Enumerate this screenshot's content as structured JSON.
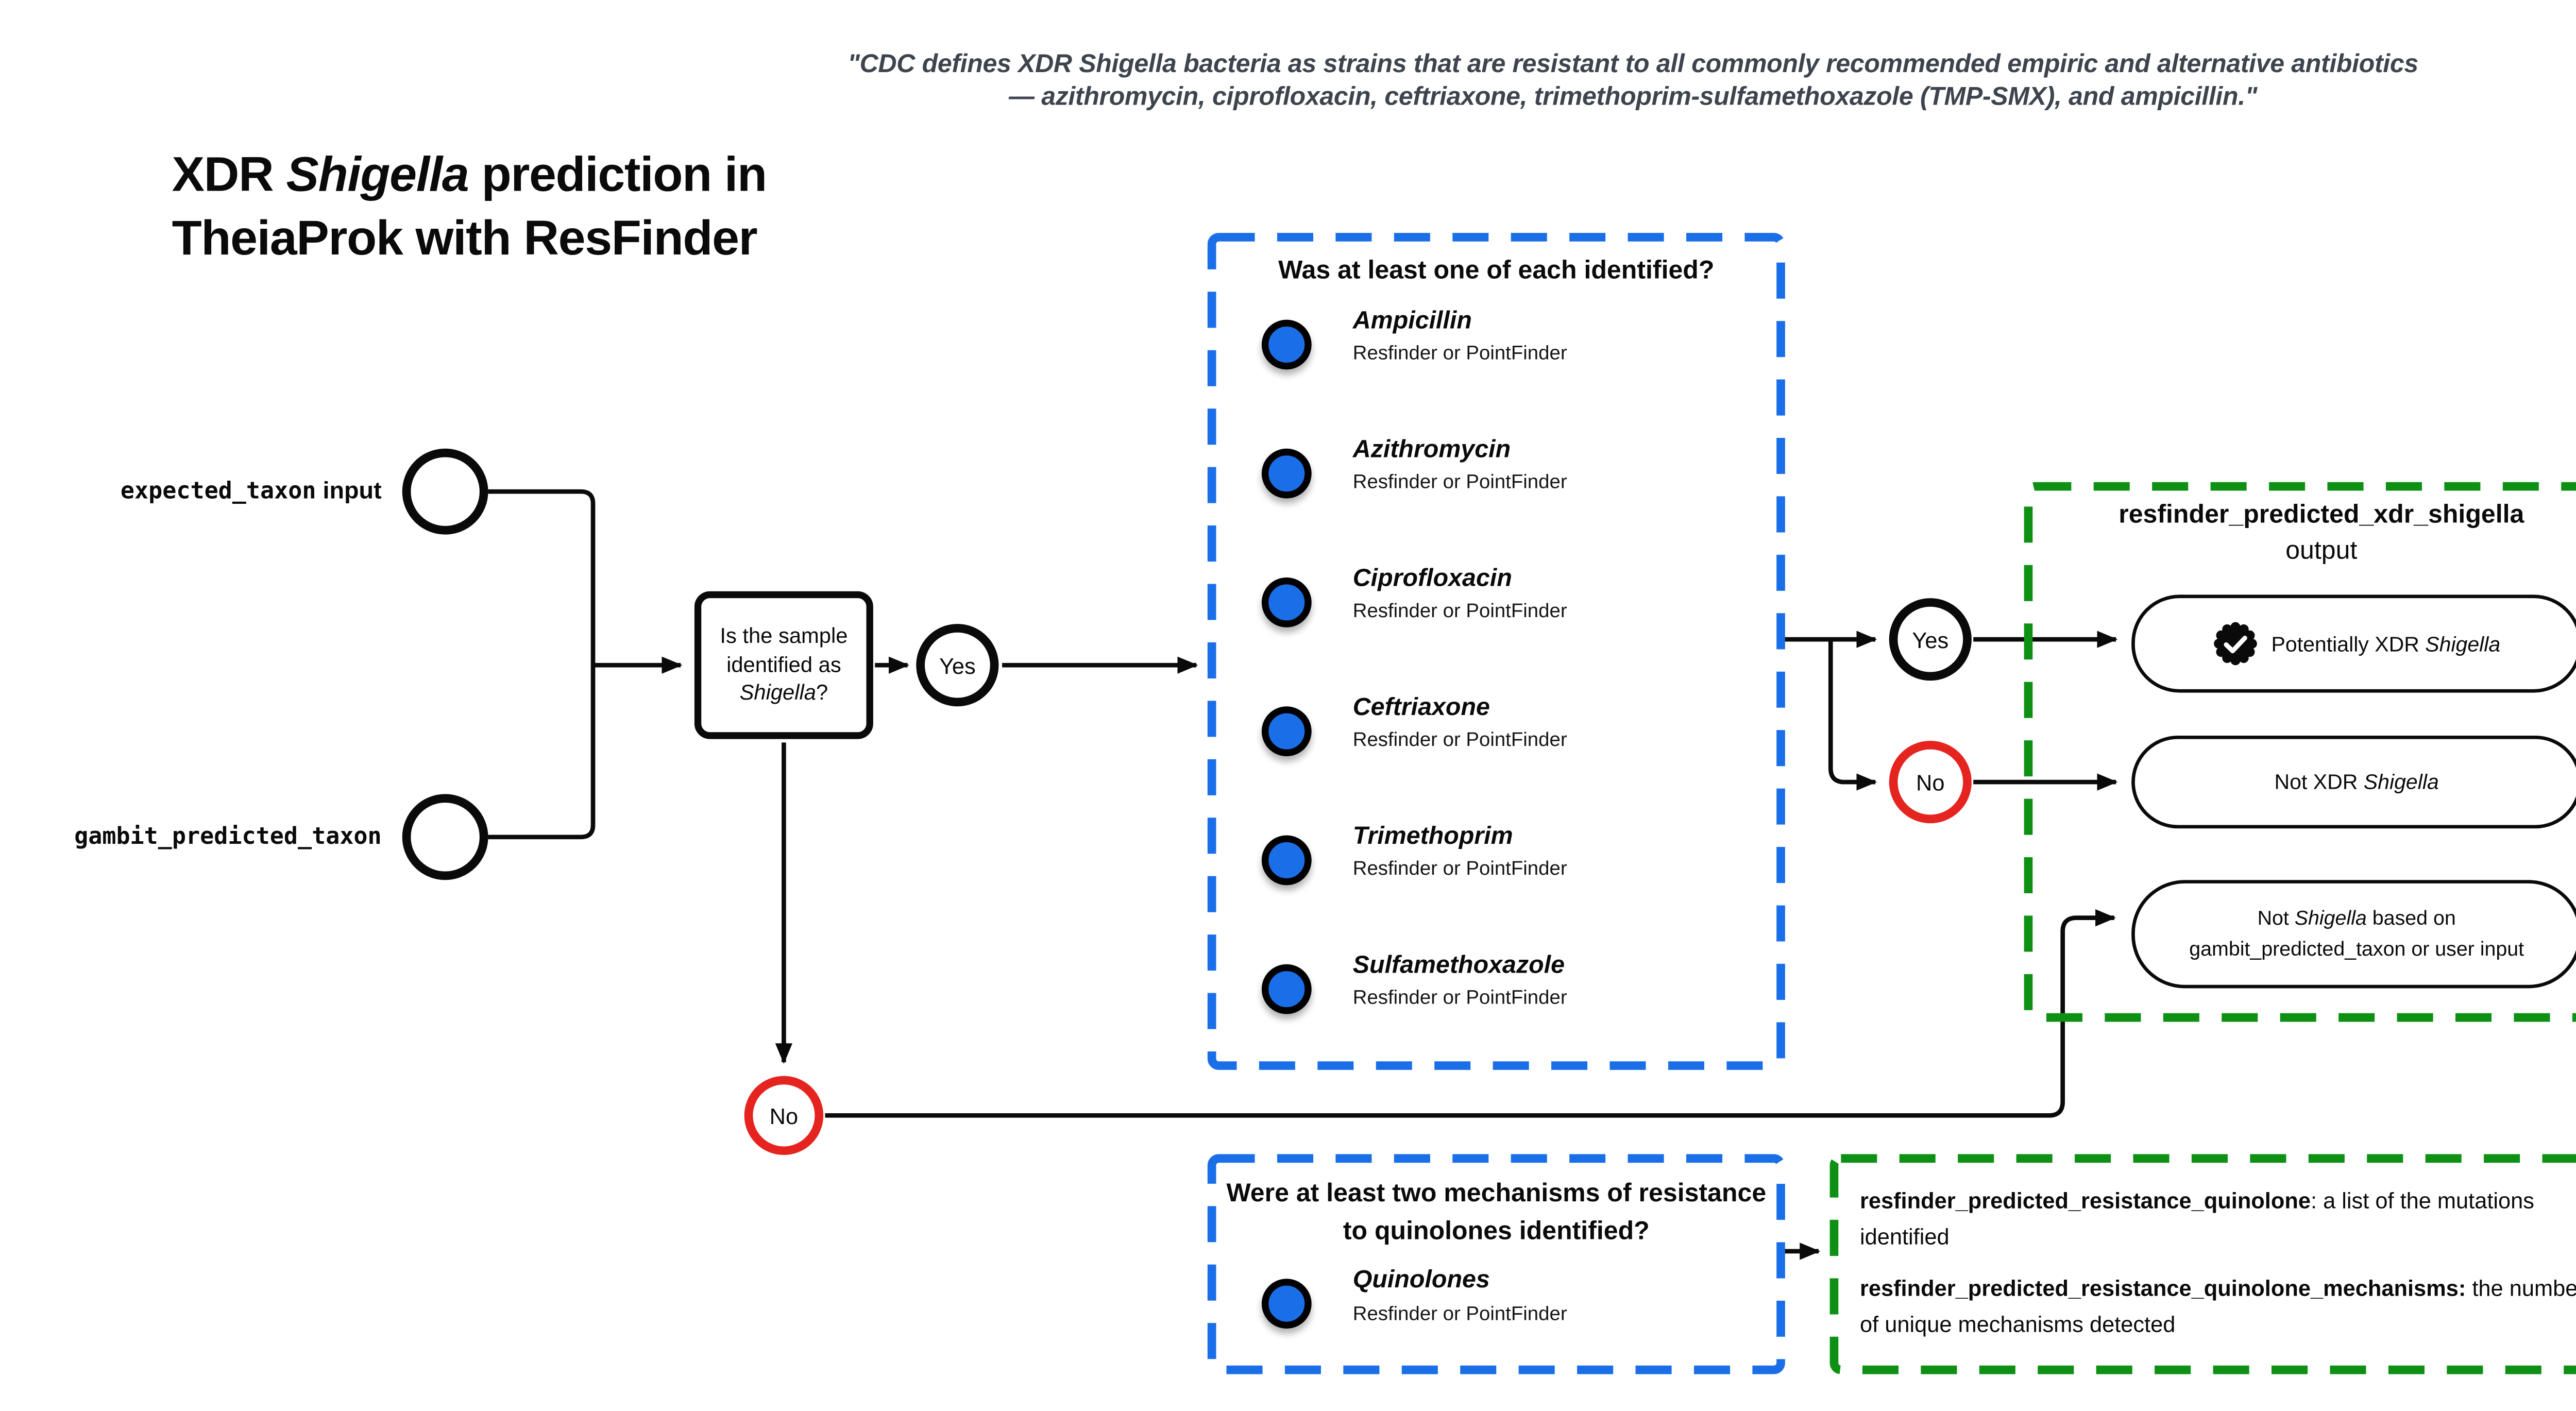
{
  "colors": {
    "blue": "#1a6fe8",
    "green": "#0e9014",
    "red": "#e52420",
    "quote": "#3d444d",
    "ink": "#0a0a0a"
  },
  "quote": "\"CDC defines XDR Shigella bacteria as strains that are resistant to all commonly recommended empiric and alternative antibiotics — azithromycin, ciprofloxacin, ceftriaxone, trimethoprim-sulfamethoxazole (TMP-SMX), and ampicillin.\"",
  "title": {
    "prefix": "XDR ",
    "italic": "Shigella",
    "suffix": " prediction in",
    "line2": "TheiaProk with ResFinder"
  },
  "inputs": {
    "expected": {
      "mono": "expected_taxon",
      "rest": " input"
    },
    "gambit": {
      "mono": "gambit_predicted_taxon"
    }
  },
  "decision": {
    "line1": "Is the sample",
    "line2": "identified as",
    "italic": "Shigella",
    "suffix": "?"
  },
  "labels": {
    "yes": "Yes",
    "no": "No"
  },
  "antibiotic_panel": {
    "question": "Was at least one of each identified?",
    "source": "Resfinder or PointFinder",
    "items": [
      {
        "name": "Ampicillin"
      },
      {
        "name": "Azithromycin"
      },
      {
        "name": "Ciprofloxacin"
      },
      {
        "name": "Ceftriaxone"
      },
      {
        "name": "Trimethoprim"
      },
      {
        "name": "Sulfamethoxazole"
      }
    ]
  },
  "output_panel": {
    "title": "resfinder_predicted_xdr_shigella",
    "subtitle": "output",
    "pill_potential": {
      "prefix": "Potentially XDR ",
      "italic": "Shigella"
    },
    "pill_not_xdr": {
      "prefix": "Not XDR ",
      "italic": "Shigella"
    },
    "pill_not_shigella": {
      "l1_prefix": "Not ",
      "l1_italic": "Shigella",
      "l1_suffix": " based on",
      "line2": "gambit_predicted_taxon or user input"
    }
  },
  "quinolone_panel": {
    "question_line1": "Were at least two mechanisms of resistance",
    "question_line2": "to quinolones identified?",
    "item": {
      "name": "Quinolones"
    }
  },
  "quinolone_output_panel": {
    "entry1": {
      "term": "resfinder_predicted_resistance_quinolone",
      "rest": ": a list of the mutations identified"
    },
    "entry2": {
      "term": "resfinder_predicted_resistance_quinolone_mechanisms:",
      "rest": " the number of unique mechanisms detected"
    }
  }
}
